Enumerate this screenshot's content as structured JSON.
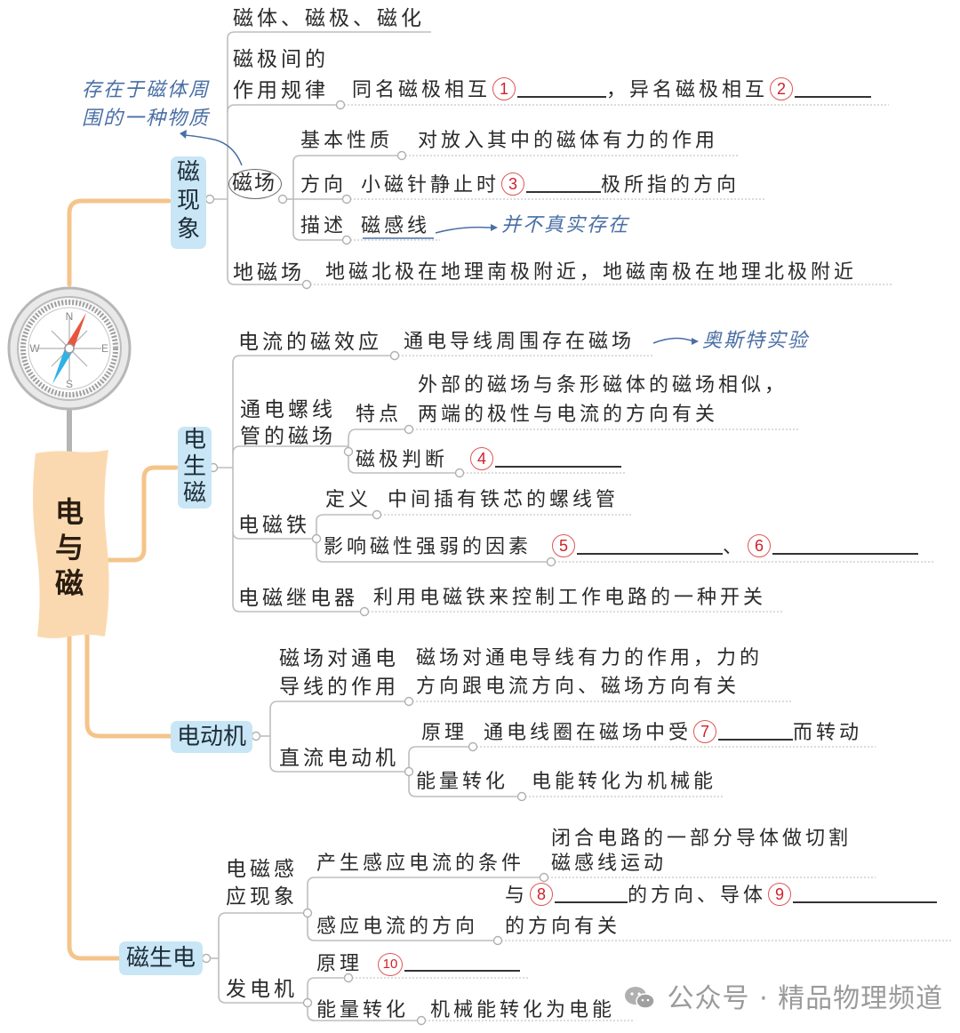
{
  "root": {
    "label": "电与磁"
  },
  "colors": {
    "root_fill": "#fbd9b0",
    "category_fill": "#c8e6f5",
    "connector_orange": "#f5c48a",
    "branch_gray": "#bdbdbd",
    "annotation_blue": "#4a6fa5",
    "blank_number_red": "#d0202a"
  },
  "sections": [
    {
      "label": "磁现象",
      "items": {
        "magnet_basics": "磁体、磁极、磁化",
        "pole_law_label_1": "磁极间的",
        "pole_law_label_2": "作用规律",
        "pole_law_text_a": "同名磁极相互",
        "pole_law_blank_1": "1",
        "pole_law_comma": "，",
        "pole_law_text_b": "异名磁极相互",
        "pole_law_blank_2": "2",
        "field_label": "磁场",
        "field_note": "存在于磁体周围的一种物质",
        "field_note_line1": "存在于磁体周",
        "field_note_line2": "围的一种物质",
        "basic_property_label": "基本性质",
        "basic_property_text": "对放入其中的磁体有力的作用",
        "direction_label": "方向",
        "direction_text_a": "小磁针静止时",
        "direction_blank": "3",
        "direction_text_b": "极所指的方向",
        "describe_label": "描述",
        "describe_text": "磁感线",
        "describe_note": "并不真实存在",
        "geomagnetic_label": "地磁场",
        "geomagnetic_text": "地磁北极在地理南极附近，地磁南极在地理北极附近"
      }
    },
    {
      "label": "电生磁",
      "items": {
        "oersted_label": "电流的磁效应",
        "oersted_text": "通电导线周围存在磁场",
        "oersted_note": "奥斯特实验",
        "solenoid_label_1": "通电螺线",
        "solenoid_label_2": "管的磁场",
        "feature_label": "特点",
        "feature_text_1": "外部的磁场与条形磁体的磁场相似，",
        "feature_text_2": "两端的极性与电流的方向有关",
        "pole_judge_label": "磁极判断",
        "pole_judge_blank": "4",
        "electromagnet_label": "电磁铁",
        "definition_label": "定义",
        "definition_text": "中间插有铁芯的螺线管",
        "factors_label": "影响磁性强弱的因素",
        "factors_blank_1": "5",
        "factors_sep": "、",
        "factors_blank_2": "6",
        "relay_label": "电磁继电器",
        "relay_text": "利用电磁铁来控制工作电路的一种开关"
      }
    },
    {
      "label": "电动机",
      "items": {
        "force_label_1": "磁场对通电",
        "force_label_2": "导线的作用",
        "force_text_1": "磁场对通电导线有力的作用，力的",
        "force_text_2": "方向跟电流方向、磁场方向有关",
        "dc_motor_label": "直流电动机",
        "principle_label": "原理",
        "principle_text_a": "通电线圈在磁场中受",
        "principle_blank": "7",
        "principle_text_b": "而转动",
        "energy_label": "能量转化",
        "energy_text": "电能转化为机械能"
      }
    },
    {
      "label": "磁生电",
      "items": {
        "induction_label_1": "电磁感",
        "induction_label_2": "应现象",
        "condition_label": "产生感应电流的条件",
        "condition_text_1": "闭合电路的一部分导体做切割",
        "condition_text_2": "磁感线运动",
        "direction_label": "感应电流的方向",
        "direction_text_a": "与",
        "direction_blank_1": "8",
        "direction_text_b": "的方向、导体",
        "direction_blank_2": "9",
        "direction_text_c": "的方向有关",
        "generator_label": "发电机",
        "gen_principle_label": "原理",
        "gen_principle_blank": "10",
        "gen_energy_label": "能量转化",
        "gen_energy_text": "机械能转化为电能"
      }
    }
  ],
  "compass": {
    "n": "N",
    "s": "S",
    "e": "E",
    "w": "W"
  },
  "watermark": {
    "icon": "wechat-icon",
    "text": "公众号 · 精品物理频道"
  }
}
